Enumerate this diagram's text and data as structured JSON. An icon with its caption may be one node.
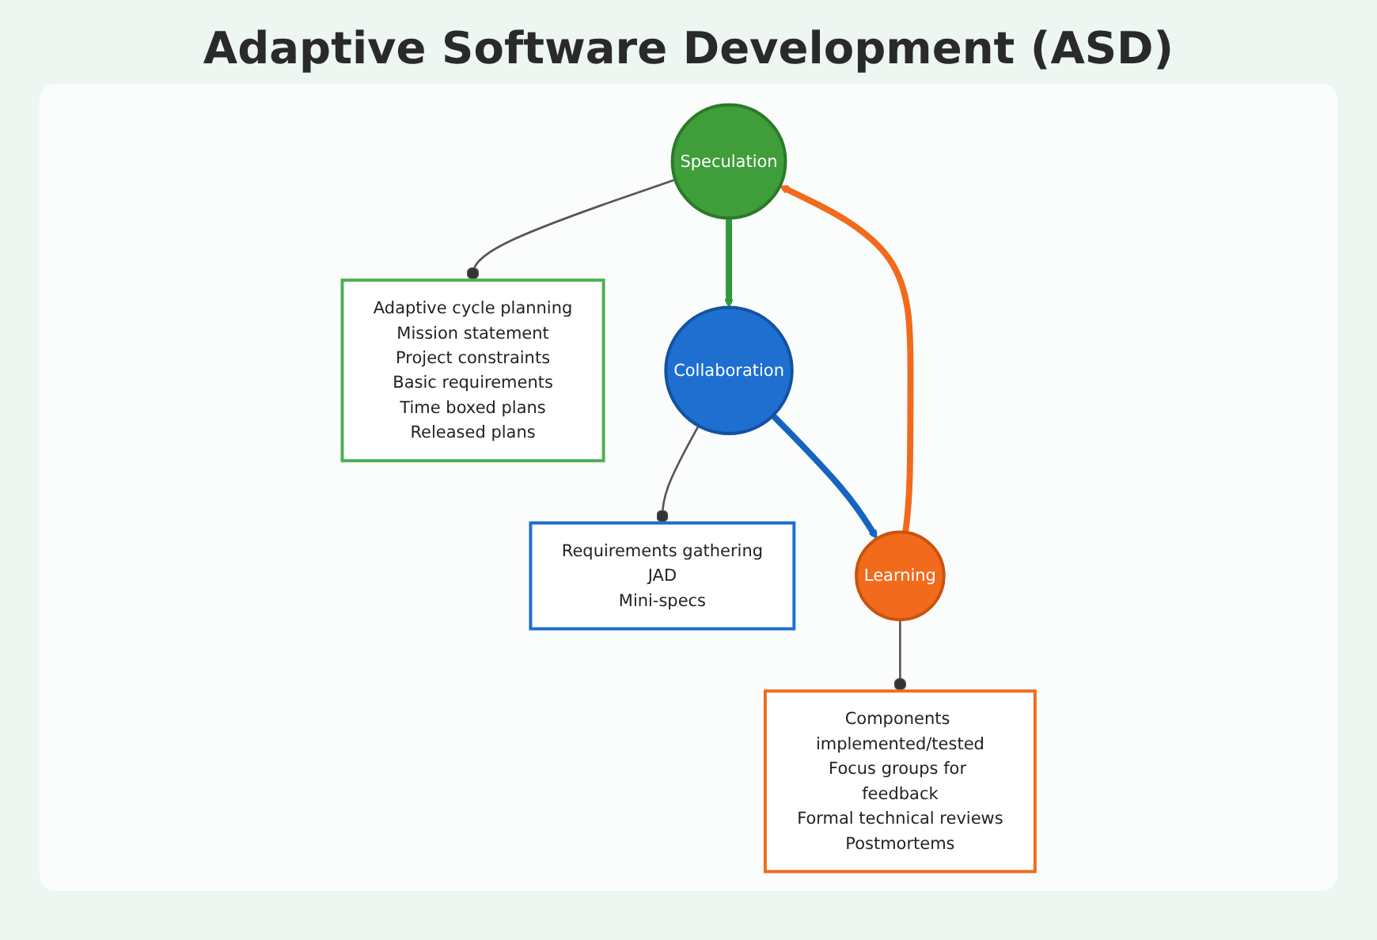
{
  "diagram": {
    "title": "Adaptive Software Development (ASD)",
    "nodes": [
      {
        "text": [
          "Speculation"
        ]
      },
      {
        "text": [
          "Adaptive cycle planning",
          "Mission statement",
          "Project constraints",
          "Basic requirements",
          "Time boxed plans",
          "Released plans"
        ]
      },
      {
        "text": [
          "Collaboration"
        ]
      },
      {
        "text": [
          "Requirements gathering",
          "JAD",
          "Mini-specs"
        ]
      },
      {
        "text": [
          "Learning"
        ]
      },
      {
        "text": [
          "Components implemented/tested",
          "Focus groups for feedback",
          "Formal technical reviews",
          "Postmortems"
        ]
      }
    ],
    "edges": [
      {
        "from": 0,
        "to": 2,
        "arrow": "to",
        "style": "thick",
        "color": "#2e9a3a"
      },
      {
        "from": 2,
        "to": 4,
        "arrow": "to",
        "style": "thick",
        "color": "#1565c0"
      },
      {
        "from": 4,
        "to": 0,
        "arrow": "to",
        "style": "thick",
        "color": "#f26a1b"
      },
      {
        "from": 0,
        "to": 1,
        "arrow": "other"
      },
      {
        "from": 2,
        "to": 3,
        "arrow": "other"
      },
      {
        "from": 4,
        "to": 5,
        "arrow": "other"
      }
    ]
  }
}
